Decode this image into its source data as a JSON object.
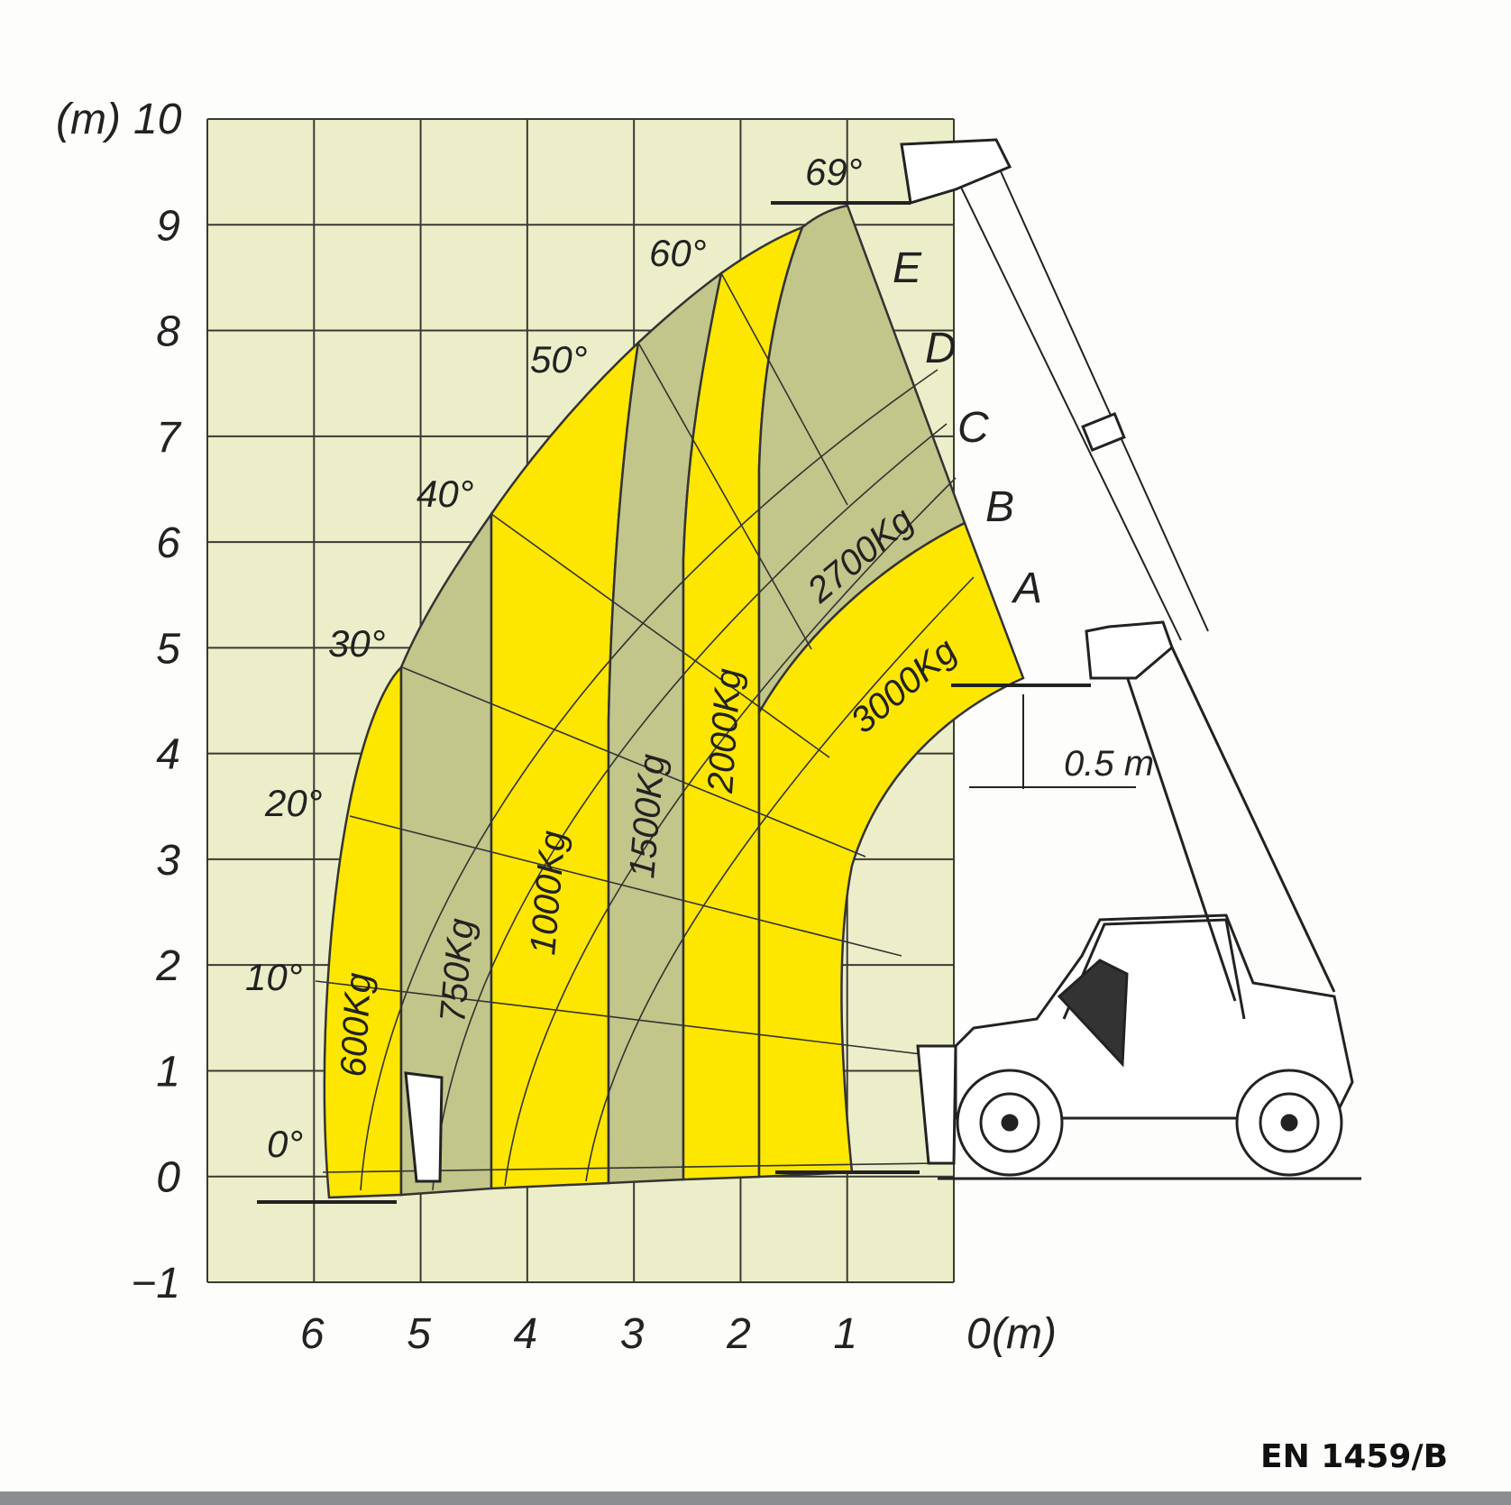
{
  "diagram": {
    "y_axis_unit": "(m)",
    "x_axis_unit": "(m)",
    "y_axis": {
      "range": [
        -1,
        10
      ],
      "ticks": [
        "-1",
        "0",
        "1",
        "2",
        "3",
        "4",
        "5",
        "6",
        "7",
        "8",
        "9",
        "10"
      ]
    },
    "x_axis": {
      "range": [
        0,
        7
      ],
      "ticks": [
        "6",
        "5",
        "4",
        "3",
        "2",
        "1",
        "0"
      ]
    },
    "boom_angles": [
      "0°",
      "10°",
      "20°",
      "30°",
      "40°",
      "50°",
      "60°",
      "69°"
    ],
    "extension_positions": [
      "A",
      "B",
      "C",
      "D",
      "E"
    ],
    "load_zones": [
      "600Kg",
      "750Kg",
      "1000Kg",
      "1500Kg",
      "2000Kg",
      "2700Kg",
      "3000Kg"
    ],
    "dimension_label": "0.5 m",
    "standard": "EN 1459/B",
    "colors": {
      "grid_background": "#eceec9",
      "grid_line": "#3a3a32",
      "zone_yellow": "#fde600",
      "zone_olive": "#c2c68a",
      "ink": "#222222"
    }
  }
}
